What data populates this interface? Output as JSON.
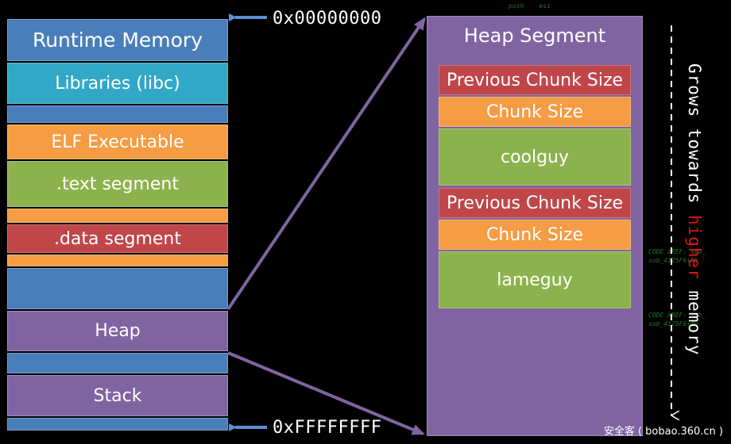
{
  "memory": {
    "title": "Runtime Memory",
    "libraries": "Libraries (libc)",
    "elf": "ELF Executable",
    "text_segment": ".text segment",
    "data_segment": ".data segment",
    "heap": "Heap",
    "stack": "Stack"
  },
  "addresses": {
    "top": "0x00000000",
    "bottom": "0xFFFFFFFF"
  },
  "heap_segment": {
    "title": "Heap Segment",
    "chunks": [
      {
        "prev_size": "Previous Chunk Size",
        "size": "Chunk Size",
        "data": "coolguy"
      },
      {
        "prev_size": "Previous Chunk Size",
        "size": "Chunk Size",
        "data": "lameguy"
      }
    ]
  },
  "growth_label": {
    "part1": "Grows towards ",
    "highlight": "higher",
    "part2": " memory"
  },
  "watermark": "安全客 ( bobao.360.cn )",
  "colors": {
    "blue": "#4a7ebb",
    "teal": "#31a9c6",
    "orange": "#f59c44",
    "green": "#8cb24d",
    "red": "#c0464a",
    "purple": "#8064a2",
    "arrow_blue": "#5b8fd6",
    "highlight": "#e01010"
  }
}
